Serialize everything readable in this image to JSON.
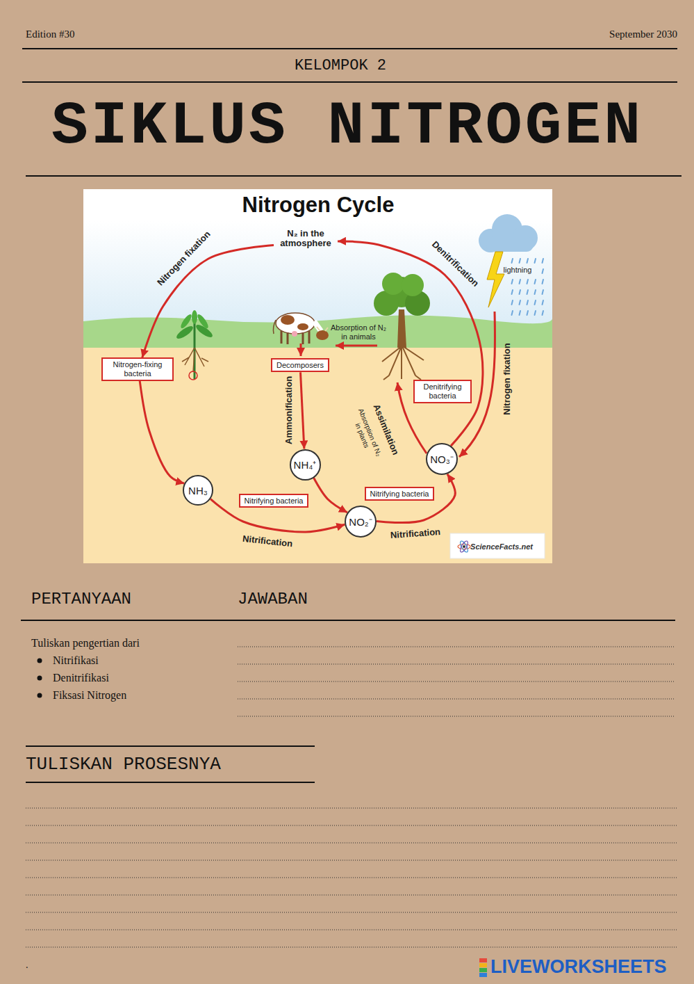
{
  "diagram": {
    "title": "SIKLUS NITROGEN",
    "nodes": [
      {
        "text": [
          "N₂ in the atmosphere"
        ]
      },
      {
        "text": [
          "Nitrogen-fixing bacteria"
        ]
      },
      {
        "text": [
          "Decomposers"
        ]
      },
      {
        "text": [
          "Denitrifying bacteria"
        ]
      },
      {
        "text": [
          "NO₃⁻"
        ]
      },
      {
        "text": [
          "NH₄⁺"
        ]
      },
      {
        "text": [
          "NH₃"
        ]
      },
      {
        "text": [
          "Nitrifying bacteria"
        ]
      },
      {
        "text": [
          "Nitrifying bacteria"
        ]
      },
      {
        "text": [
          "NO₂⁻"
        ]
      }
    ],
    "edges": [
      {
        "from": 0,
        "to": 1,
        "arrow": "to",
        "label": "Nitrogen fixation"
      },
      {
        "from": 1,
        "to": 6,
        "arrow": "to"
      },
      {
        "from": 6,
        "to": 9,
        "arrow": "to",
        "label": "Nitrification"
      },
      {
        "from": 2,
        "to": 5,
        "arrow": "to",
        "label": "Ammonification"
      },
      {
        "from": 5,
        "to": 9,
        "arrow": "to"
      },
      {
        "from": 9,
        "to": 4,
        "arrow": "to",
        "label": "Nitrification"
      },
      {
        "from": 4,
        "to": 0,
        "arrow": "to",
        "label": "Denitrification"
      }
    ],
    "labels": [
      "Edition #30",
      "September 2030",
      "KELOMPOK 2",
      "Nitrogen Cycle",
      "Nitrogen fixation",
      "lightning",
      "Absorption of N₂ in animals",
      "Assimilation",
      "Absorption of N₂ in plants",
      "ScienceFacts.net",
      "PERTANYAAN",
      "JAWABAN",
      "Tuliskan pengertian dari",
      "Nitrifikasi",
      "Denitrifikasi",
      "Fiksasi Nitrogen",
      "TULISKAN PROSESNYA",
      ".",
      "LIVEWORKSHEETS"
    ]
  }
}
